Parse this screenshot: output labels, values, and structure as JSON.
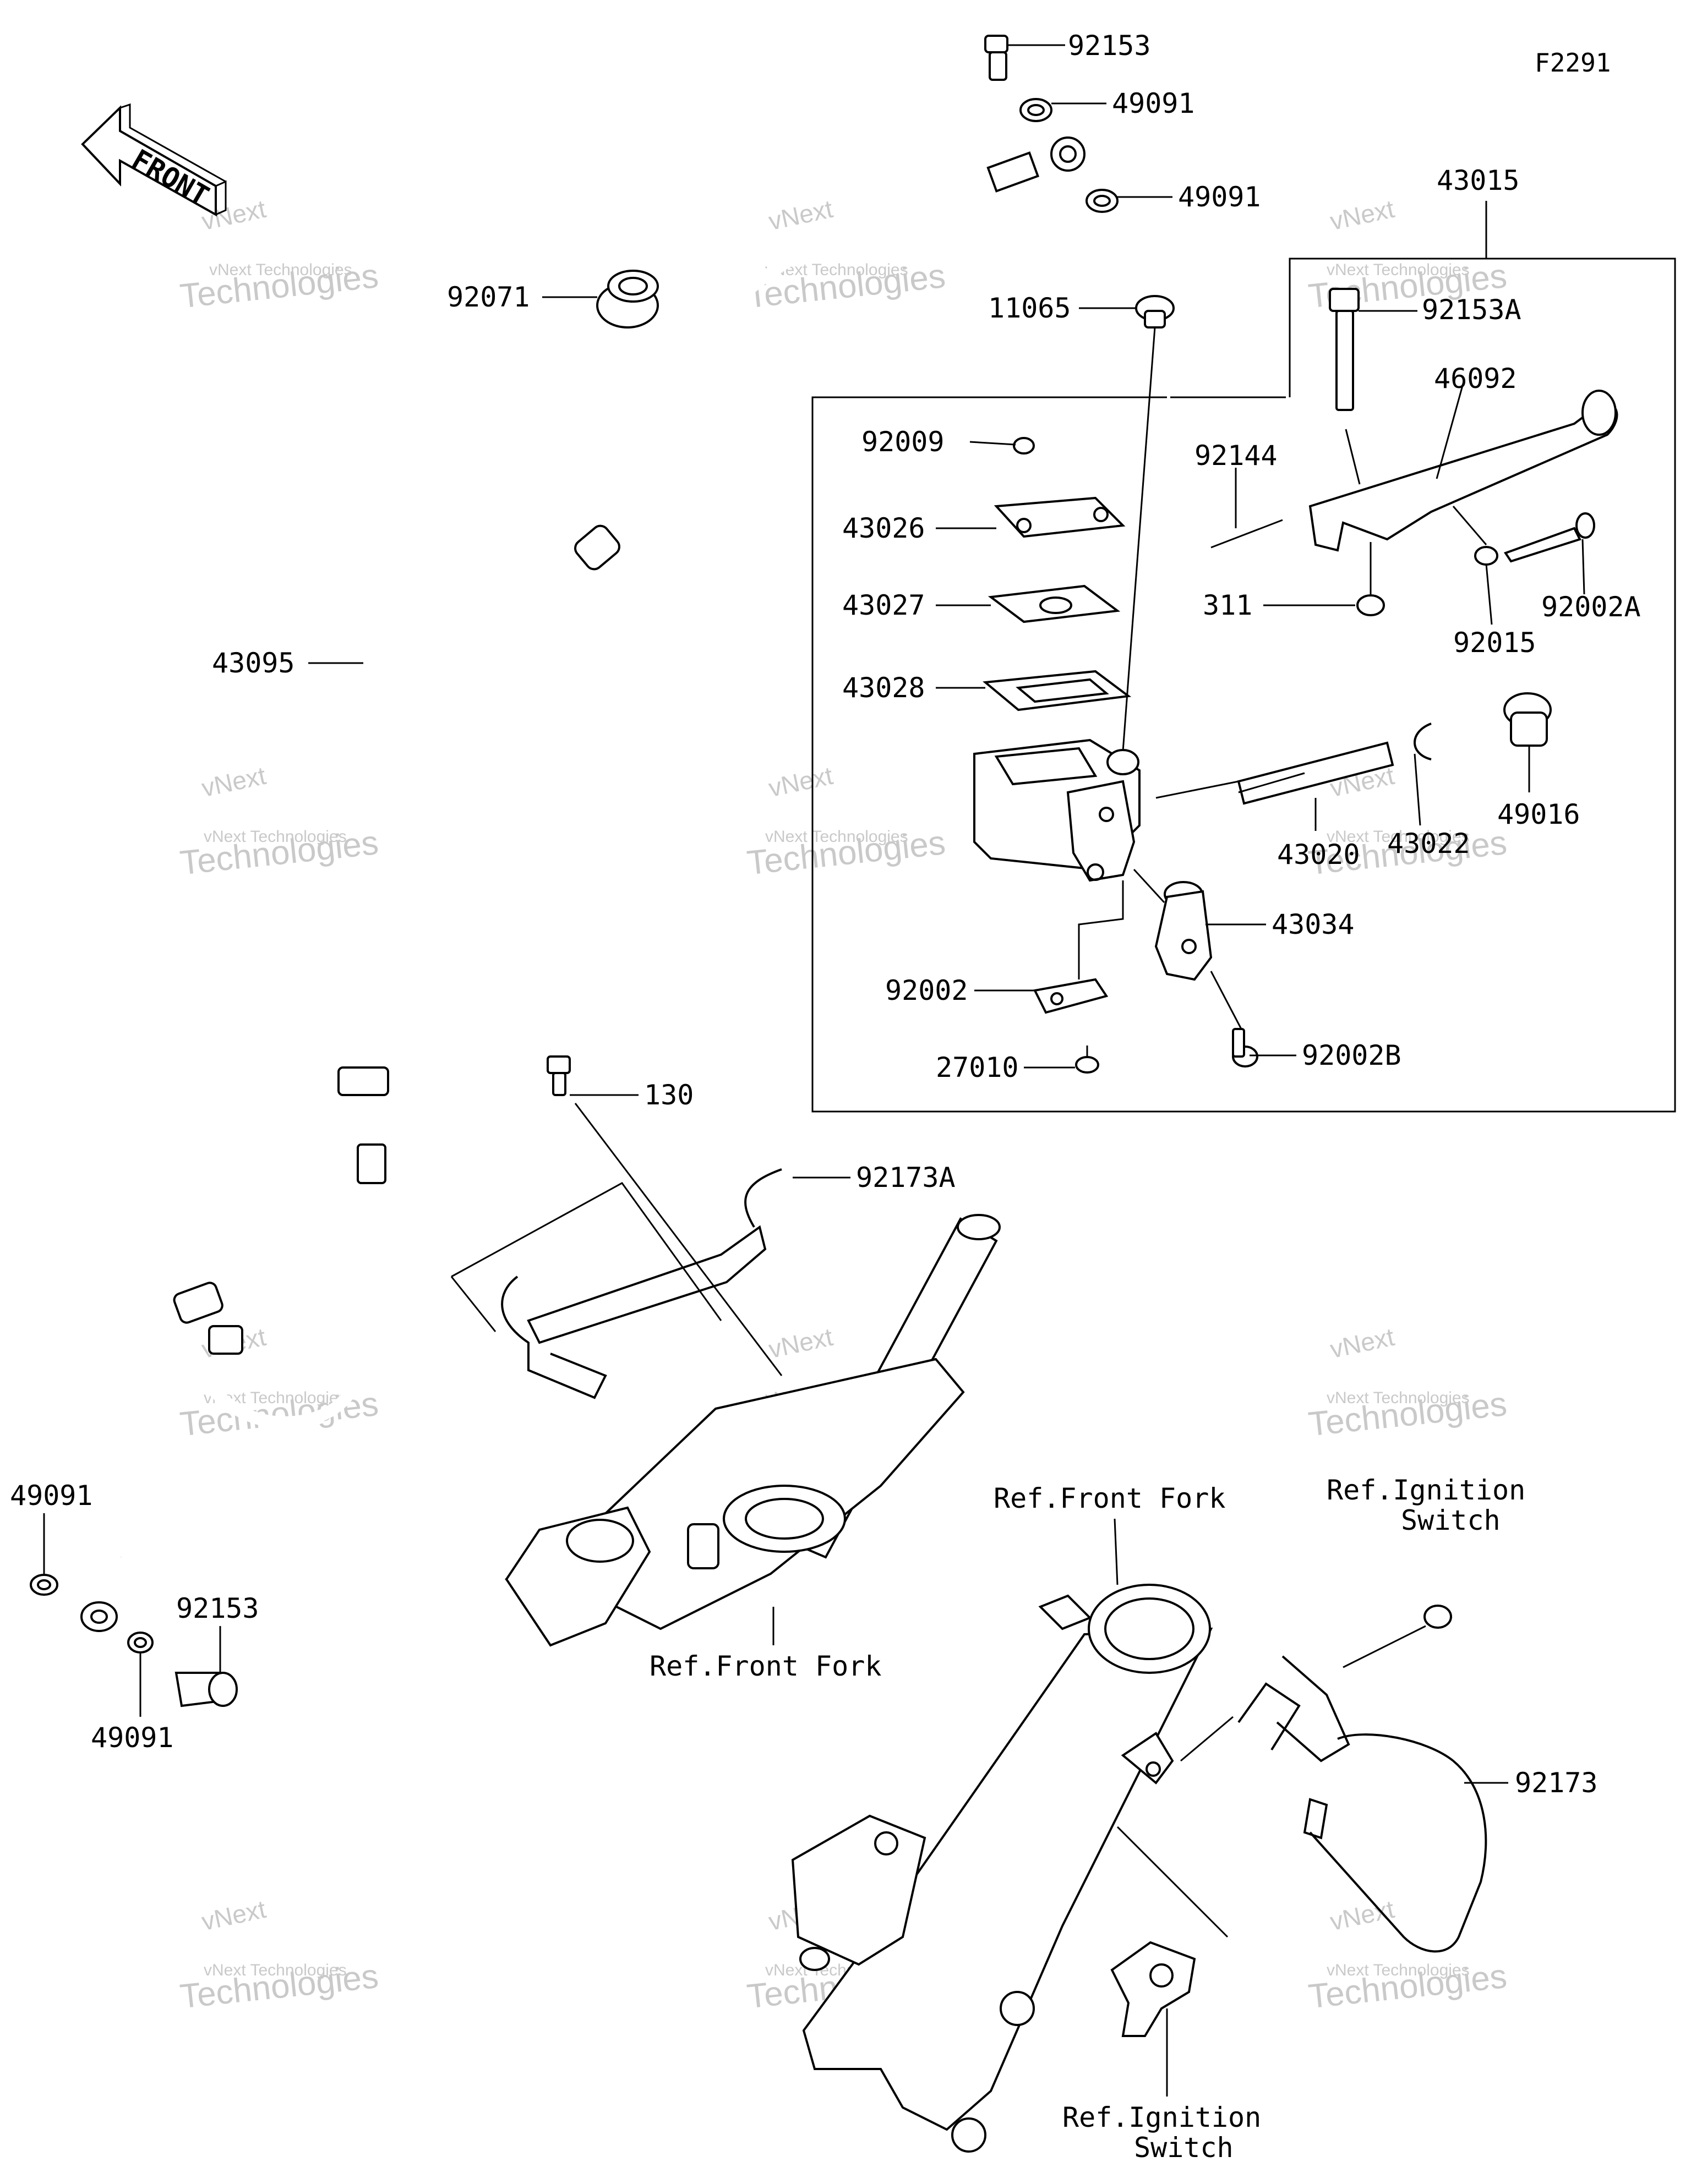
{
  "diagram_code": "F2291",
  "front_arrow_label": "FRONT",
  "watermark": {
    "line1": "vNext Technologies",
    "line2": "Technologies",
    "line3": "vNext"
  },
  "part_numbers": {
    "p92153_top": "92153",
    "p49091_a": "49091",
    "p49091_b": "49091",
    "p92071": "92071",
    "p43015": "43015",
    "p11065": "11065",
    "p92153A": "92153A",
    "p46092": "46092",
    "p92009": "92009",
    "p92144": "92144",
    "p43026": "43026",
    "p43027": "43027",
    "p311": "311",
    "p92015": "92015",
    "p92002A": "92002A",
    "p43028": "43028",
    "p43095": "43095",
    "p43020": "43020",
    "p43022": "43022",
    "p49016": "49016",
    "p43034": "43034",
    "p92002": "92002",
    "p92002B": "92002B",
    "p27010": "27010",
    "p130": "130",
    "p92173A": "92173A",
    "p49091_c": "49091",
    "p92153_bot": "92153",
    "p49091_d": "49091",
    "p92173": "92173"
  },
  "references": {
    "front_fork_1": "Ref.Front Fork",
    "front_fork_2": "Ref.Front Fork",
    "ignition_1_line1": "Ref.Ignition",
    "ignition_1_line2": "Switch",
    "ignition_2_line1": "Ref.Ignition",
    "ignition_2_line2": "Switch"
  }
}
